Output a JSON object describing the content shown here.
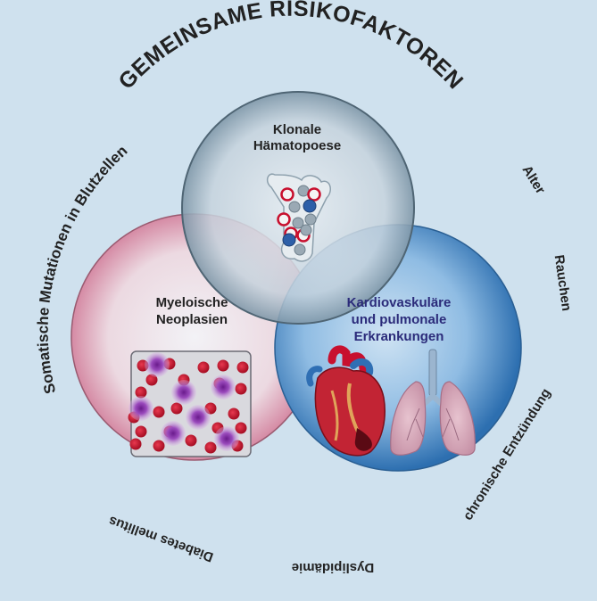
{
  "title": "GEMEINSAME RISIKOFAKTOREN",
  "circles": {
    "top": {
      "line1": "Klonale",
      "line2": "Hämatopoese"
    },
    "left": {
      "line1": "Myeloische",
      "line2": "Neoplasien"
    },
    "right": {
      "line1": "Kardiovaskuläre",
      "line2": "und pulmonale",
      "line3": "Erkrankungen"
    }
  },
  "risk_factors": {
    "left_arc": "Somatische Mutationen in Blutzellen",
    "alter": "Alter",
    "rauchen": "Rauchen",
    "entzuendung": "chronische Entzündung",
    "dyslipidaemie": "Dyslipidämie",
    "diabetes": "Diabetes mellitus"
  },
  "colors": {
    "background": "#cfe1ee",
    "circle_left": "#e8b8c8",
    "circle_right": "#3f86c4",
    "circle_top": "#c9d7e2",
    "right_label_text": "#2b2b7a",
    "blood_cell": "#c8102e",
    "blast_cell": "#8e3aa8"
  },
  "icons": [
    "bone-marrow-icon",
    "blood-smear-icon",
    "heart-icon",
    "lungs-icon"
  ]
}
